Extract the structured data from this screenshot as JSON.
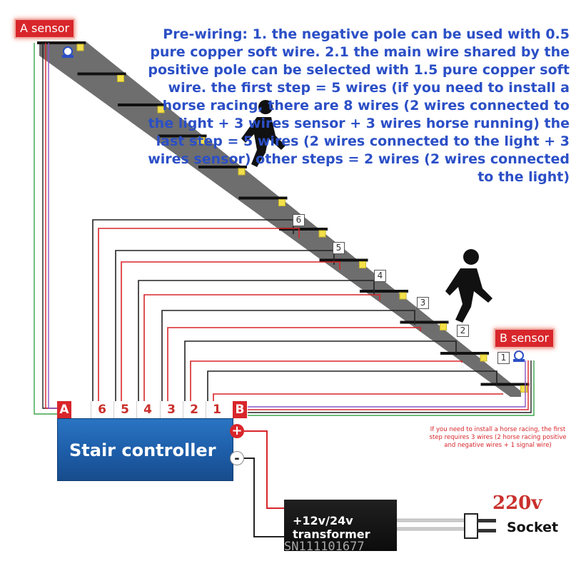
{
  "sensors": {
    "a_label": "A sensor",
    "b_label": "B sensor"
  },
  "prewiring_text": "Pre-wiring: 1. the negative pole can be used with 0.5 pure copper soft wire. 2.1 the main wire shared by the positive pole can be selected with 1.5 pure copper soft wire. the first step = 5 wires (if you need to install a horse racing, there are 8 wires (2 wires connected to the light + 3 wires sensor + 3 wires horse running) the last step = 5 wires (2 wires connected to the light + 3 wires sensor) other steps = 2 wires (2 wires connected to the light)",
  "controller": {
    "title": "Stair controller",
    "terminal_a": "A",
    "terminal_b": "B",
    "channels": [
      "6",
      "5",
      "4",
      "3",
      "2",
      "1"
    ],
    "plus": "+",
    "minus": "-"
  },
  "step_numbers": [
    "1",
    "2",
    "3",
    "4",
    "5",
    "6"
  ],
  "transformer": {
    "label_line1": "+12v/24v",
    "label_line2": "transformer"
  },
  "watermark": "SN111101677",
  "voltage": "220v",
  "socket_label": "Socket",
  "note": "If you need to install a horse racing, the first step requires 3 wires (2 horse racing positive and negative wires + 1 signal wire)",
  "colors": {
    "label_red": "#d8262b",
    "text_blue": "#2b4fc6",
    "controller_blue": "#1d5da8",
    "stair_gray": "#6e6e6e",
    "light_yellow": "#f3e04a",
    "wire_black": "#222222",
    "wire_red": "#d8262b",
    "wire_green": "#3aa64a",
    "wire_purple": "#8a55c8"
  },
  "icons": [
    "walking-person-icon",
    "motion-sensor-icon",
    "step-light-icon",
    "plug-icon"
  ]
}
